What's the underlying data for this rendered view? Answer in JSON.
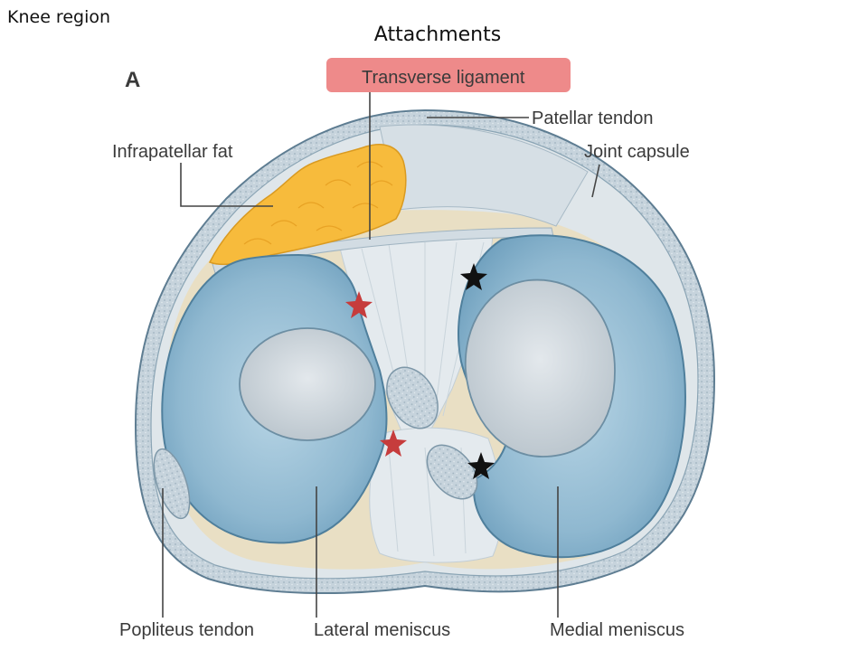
{
  "slide": {
    "corner_title": "Knee region",
    "heading": "Attachments"
  },
  "figure": {
    "panel_letter": "A",
    "labels": {
      "transverse_ligament": "Transverse ligament",
      "patellar_tendon": "Patellar tendon",
      "infrapatellar_fat": "Infrapatellar fat",
      "joint_capsule": "Joint capsule",
      "popliteus_tendon": "Popliteus tendon",
      "lateral_meniscus": "Lateral meniscus",
      "medial_meniscus": "Medial meniscus"
    },
    "colors": {
      "highlight": "#ee8a8a",
      "meniscus": "#8fb8d0",
      "cartilage": "#cfd6dc",
      "fat": "#f7bb3c",
      "ligament": "#e4eaee",
      "red_star": "#c63c3c",
      "black_star": "#111111"
    }
  }
}
